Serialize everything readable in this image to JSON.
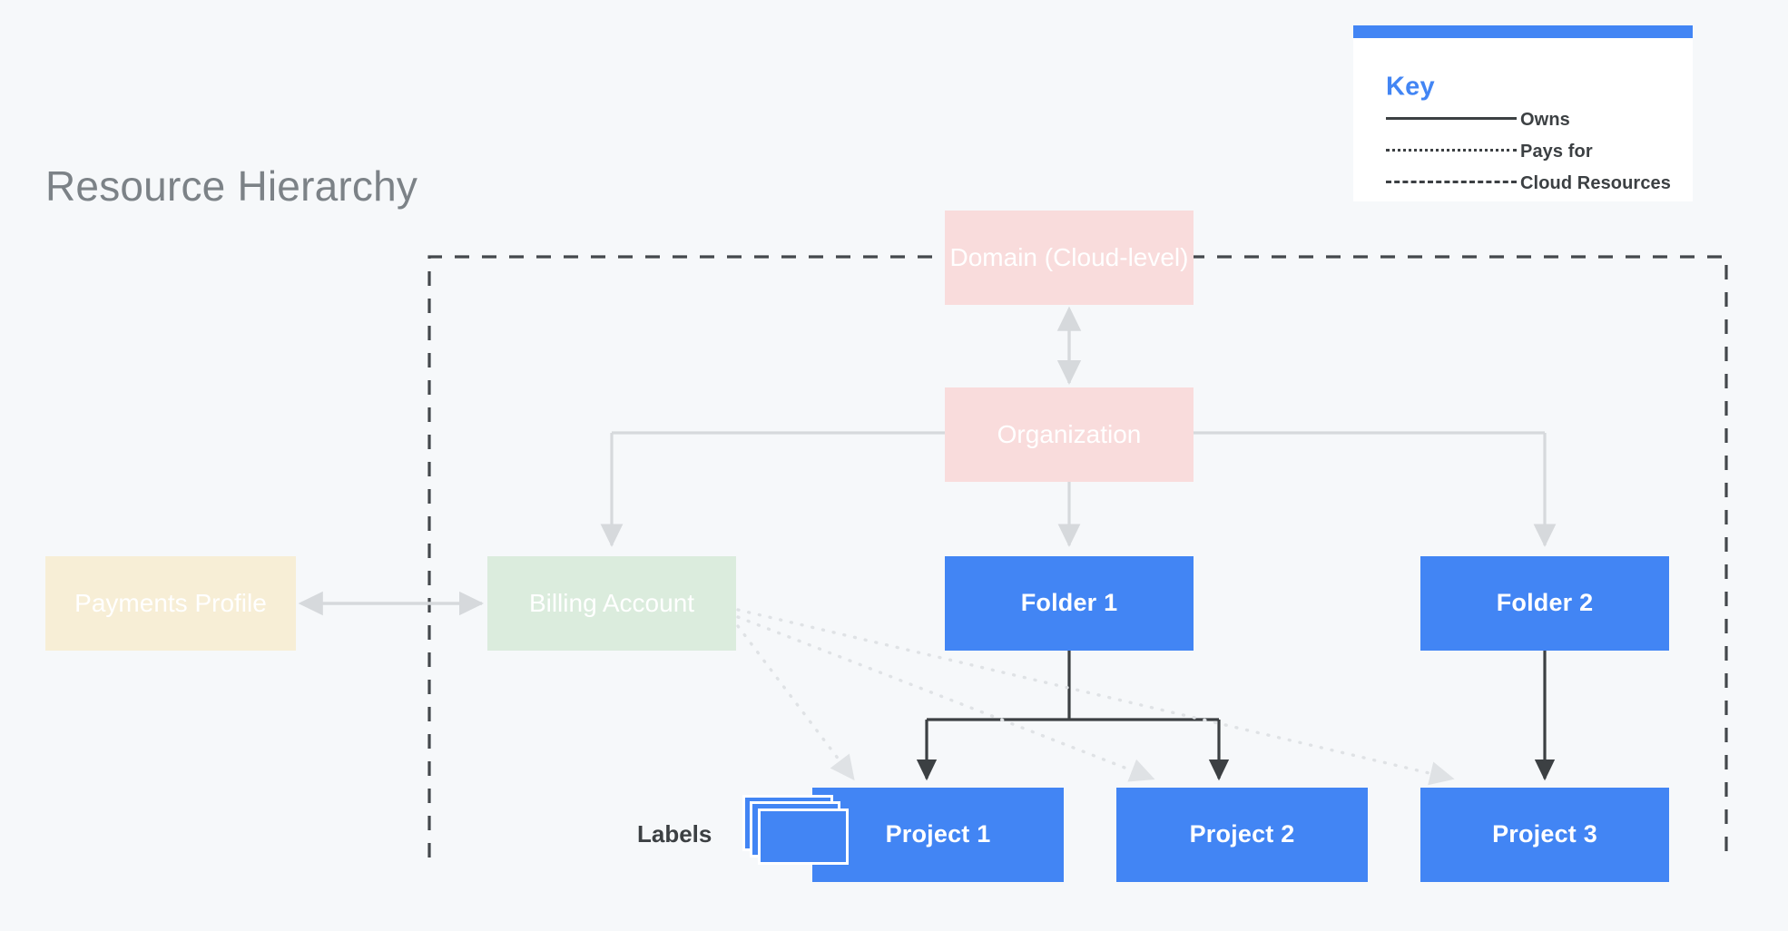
{
  "page": {
    "title": "Resource Hierarchy",
    "background_color": "#f6f8fa"
  },
  "key": {
    "title": "Key",
    "accent_color": "#4285f4",
    "rows": [
      {
        "style": "solid",
        "label": "Owns"
      },
      {
        "style": "dotted",
        "label": "Pays for"
      },
      {
        "style": "dashed",
        "label": "Cloud Resources"
      }
    ]
  },
  "nodes": {
    "domain": {
      "label": "Domain (Cloud-level)",
      "color": "#f9dcdc"
    },
    "organization": {
      "label": "Organization",
      "color": "#f9dcdc"
    },
    "payments": {
      "label": "Payments Profile",
      "color": "#f7eed6"
    },
    "billing": {
      "label": "Billing Account",
      "color": "#dbecdd"
    },
    "folder1": {
      "label": "Folder 1",
      "color": "#4285f4"
    },
    "folder2": {
      "label": "Folder 2",
      "color": "#4285f4"
    },
    "project1": {
      "label": "Project 1",
      "color": "#4285f4"
    },
    "project2": {
      "label": "Project 2",
      "color": "#4285f4"
    },
    "project3": {
      "label": "Project 3",
      "color": "#4285f4"
    }
  },
  "labels_badge": {
    "label": "Labels",
    "color": "#4285f4"
  },
  "chart_data": {
    "type": "diagram",
    "title": "Resource Hierarchy",
    "nodes": [
      "Domain (Cloud-level)",
      "Organization",
      "Payments Profile",
      "Billing Account",
      "Folder 1",
      "Folder 2",
      "Project 1",
      "Project 2",
      "Project 3",
      "Labels"
    ],
    "edges": [
      {
        "from": "Domain (Cloud-level)",
        "to": "Organization",
        "style": "owns",
        "direction": "both"
      },
      {
        "from": "Organization",
        "to": "Billing Account",
        "style": "owns",
        "direction": "to"
      },
      {
        "from": "Organization",
        "to": "Folder 1",
        "style": "owns",
        "direction": "to"
      },
      {
        "from": "Organization",
        "to": "Folder 2",
        "style": "owns",
        "direction": "to"
      },
      {
        "from": "Payments Profile",
        "to": "Billing Account",
        "style": "owns",
        "direction": "both"
      },
      {
        "from": "Folder 1",
        "to": "Project 1",
        "style": "owns",
        "direction": "to"
      },
      {
        "from": "Folder 1",
        "to": "Project 2",
        "style": "owns",
        "direction": "to"
      },
      {
        "from": "Folder 2",
        "to": "Project 3",
        "style": "owns",
        "direction": "to"
      },
      {
        "from": "Billing Account",
        "to": "Project 1",
        "style": "pays for",
        "direction": "to"
      },
      {
        "from": "Billing Account",
        "to": "Project 2",
        "style": "pays for",
        "direction": "to"
      },
      {
        "from": "Billing Account",
        "to": "Project 3",
        "style": "pays for",
        "direction": "to"
      }
    ],
    "boundary": {
      "label": "Cloud Resources",
      "style": "dashed"
    }
  }
}
